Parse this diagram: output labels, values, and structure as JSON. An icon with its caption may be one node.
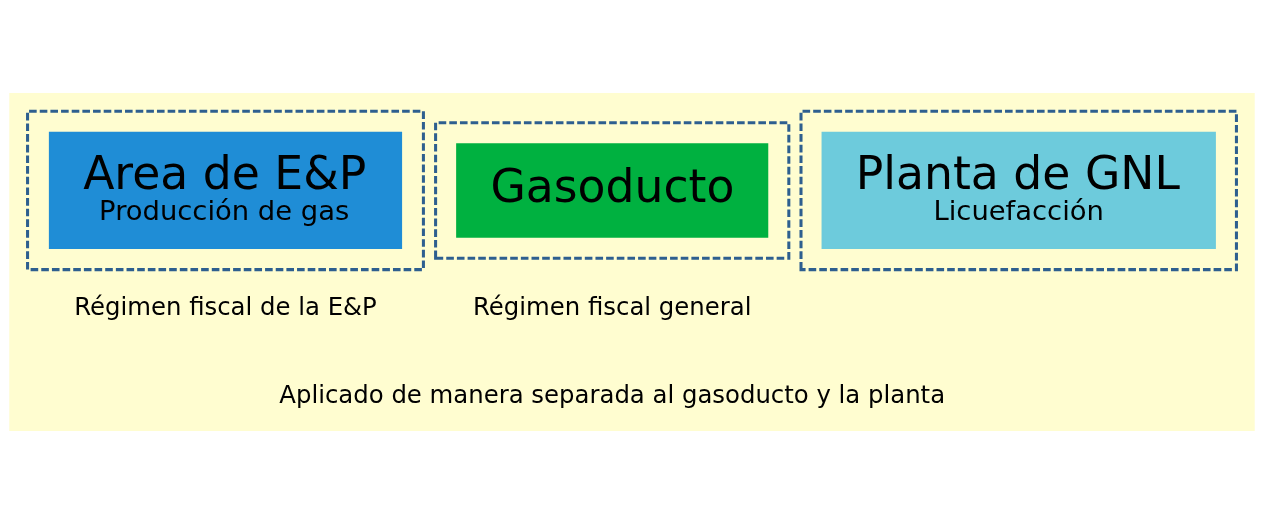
{
  "diagram": {
    "nodes": [
      {
        "text": [],
        "shape": "box"
      },
      {
        "text": [
          "Area de E&P",
          "Producción de gas"
        ],
        "in": 0
      },
      {
        "text": [],
        "shape": "box"
      },
      {
        "text": [
          "Gasoducto"
        ],
        "in": 2
      },
      {
        "text": [],
        "shape": "box"
      },
      {
        "text": [
          "Planta de GNL",
          "Licuefacción"
        ],
        "in": 4
      }
    ],
    "edges": [],
    "labels": [
      "Régimen fiscal de la E&P",
      "Régimen fiscal general",
      "Aplicado de manera separada al gasoducto y la planta"
    ]
  }
}
